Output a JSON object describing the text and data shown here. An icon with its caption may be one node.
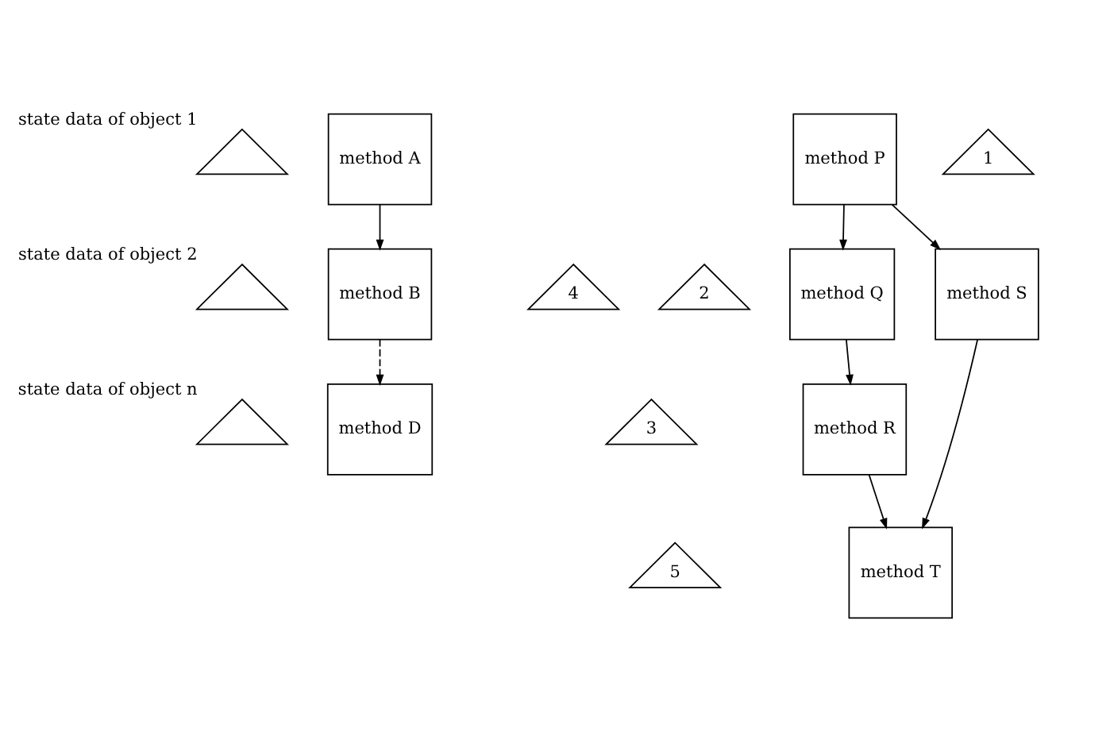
{
  "diagram": {
    "nodes": [
      {
        "text": [
          "method A"
        ]
      },
      {
        "text": [],
        "shape": "triangle",
        "beside": [
          "state data of object 1"
        ]
      },
      {
        "text": [
          "method B"
        ]
      },
      {
        "text": [],
        "shape": "triangle",
        "beside": [
          "state data of object 2"
        ]
      },
      {
        "text": [
          "method D"
        ]
      },
      {
        "text": [],
        "shape": "triangle",
        "beside": [
          "state data of object n"
        ]
      },
      {
        "text": [
          "1"
        ]
      },
      {
        "text": [
          "method P"
        ]
      },
      {
        "text": [
          "2"
        ]
      },
      {
        "text": [
          "method Q"
        ]
      },
      {
        "text": [
          "4"
        ]
      },
      {
        "text": [
          "method S"
        ]
      },
      {
        "text": [
          "3"
        ]
      },
      {
        "text": [
          "method R"
        ]
      },
      {
        "text": [
          "5"
        ]
      },
      {
        "text": [
          "method T"
        ]
      }
    ],
    "edges": [
      {
        "from": 0,
        "to": 2,
        "arrow": "to"
      },
      {
        "from": 2,
        "to": 4,
        "arrow": "to",
        "style": "dashed"
      },
      {
        "from": 7,
        "to": 11,
        "arrow": "to"
      },
      {
        "from": 7,
        "to": 9,
        "arrow": "to"
      },
      {
        "from": 9,
        "to": 13,
        "arrow": "to"
      },
      {
        "from": 11,
        "to": 15,
        "arrow": "to"
      },
      {
        "from": 13,
        "to": 15,
        "arrow": "to"
      }
    ]
  }
}
